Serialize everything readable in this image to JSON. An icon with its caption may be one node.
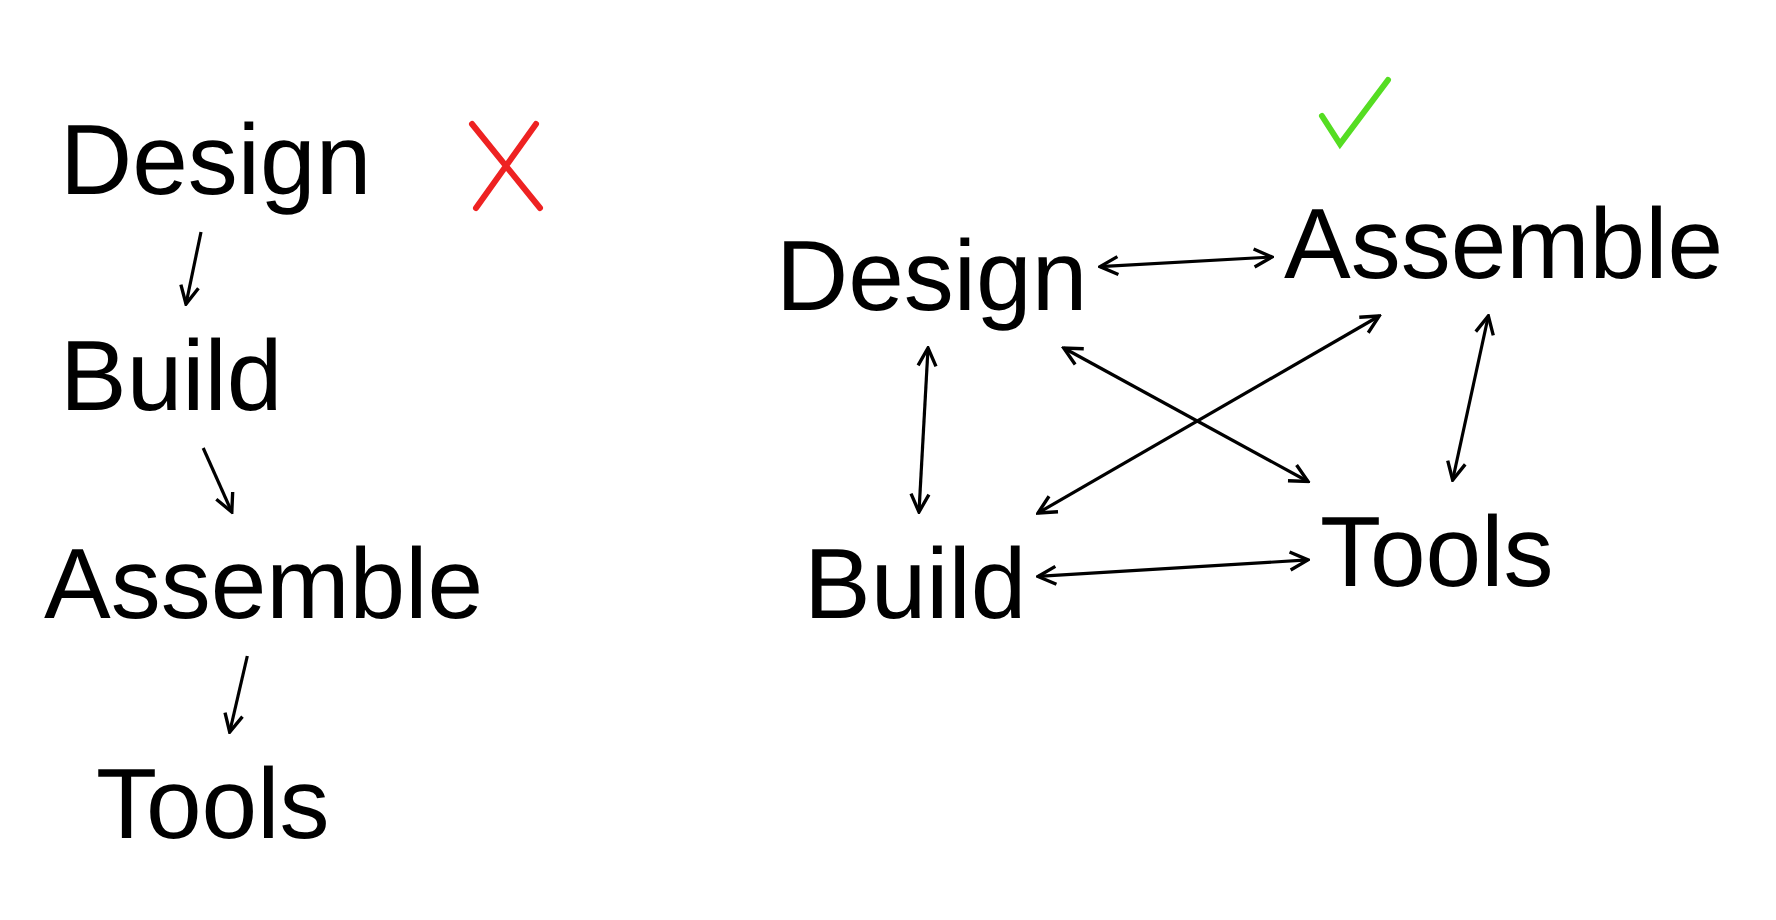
{
  "diagram": {
    "nodes": [
      {
        "text": [
          "Design"
        ]
      },
      {
        "text": [
          "Build"
        ]
      },
      {
        "text": [
          "Assemble"
        ]
      },
      {
        "text": [
          "Tools"
        ]
      },
      {
        "text": [
          "Design"
        ]
      },
      {
        "text": [
          "Assemble"
        ]
      },
      {
        "text": [
          "Build"
        ]
      },
      {
        "text": [
          "Tools"
        ]
      }
    ],
    "edges": [
      {
        "from": 0,
        "to": 1,
        "arrow": "to"
      },
      {
        "from": 1,
        "to": 2,
        "arrow": "to"
      },
      {
        "from": 2,
        "to": 3,
        "arrow": "to"
      },
      {
        "from": 4,
        "to": 5,
        "arrow": "both"
      },
      {
        "from": 4,
        "to": 6,
        "arrow": "both"
      },
      {
        "from": 5,
        "to": 7,
        "arrow": "both"
      },
      {
        "from": 6,
        "to": 7,
        "arrow": "both"
      },
      {
        "from": 4,
        "to": 7,
        "arrow": "both"
      },
      {
        "from": 5,
        "to": 6,
        "arrow": "both"
      }
    ]
  }
}
